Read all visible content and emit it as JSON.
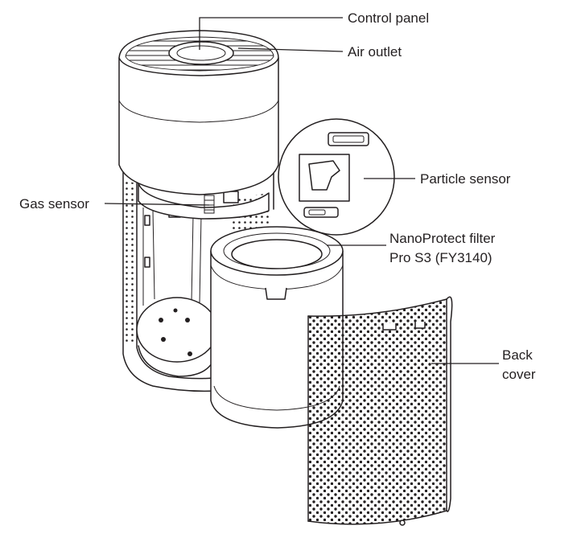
{
  "labels": {
    "control_panel": "Control panel",
    "air_outlet": "Air outlet",
    "particle_sensor": "Particle sensor",
    "gas_sensor": "Gas sensor",
    "filter_line1": "NanoProtect filter",
    "filter_line2": "Pro S3 (FY3140)",
    "back_cover_line1": "Back",
    "back_cover_line2": "cover"
  },
  "colors": {
    "line": "#231f20",
    "background": "#ffffff"
  }
}
